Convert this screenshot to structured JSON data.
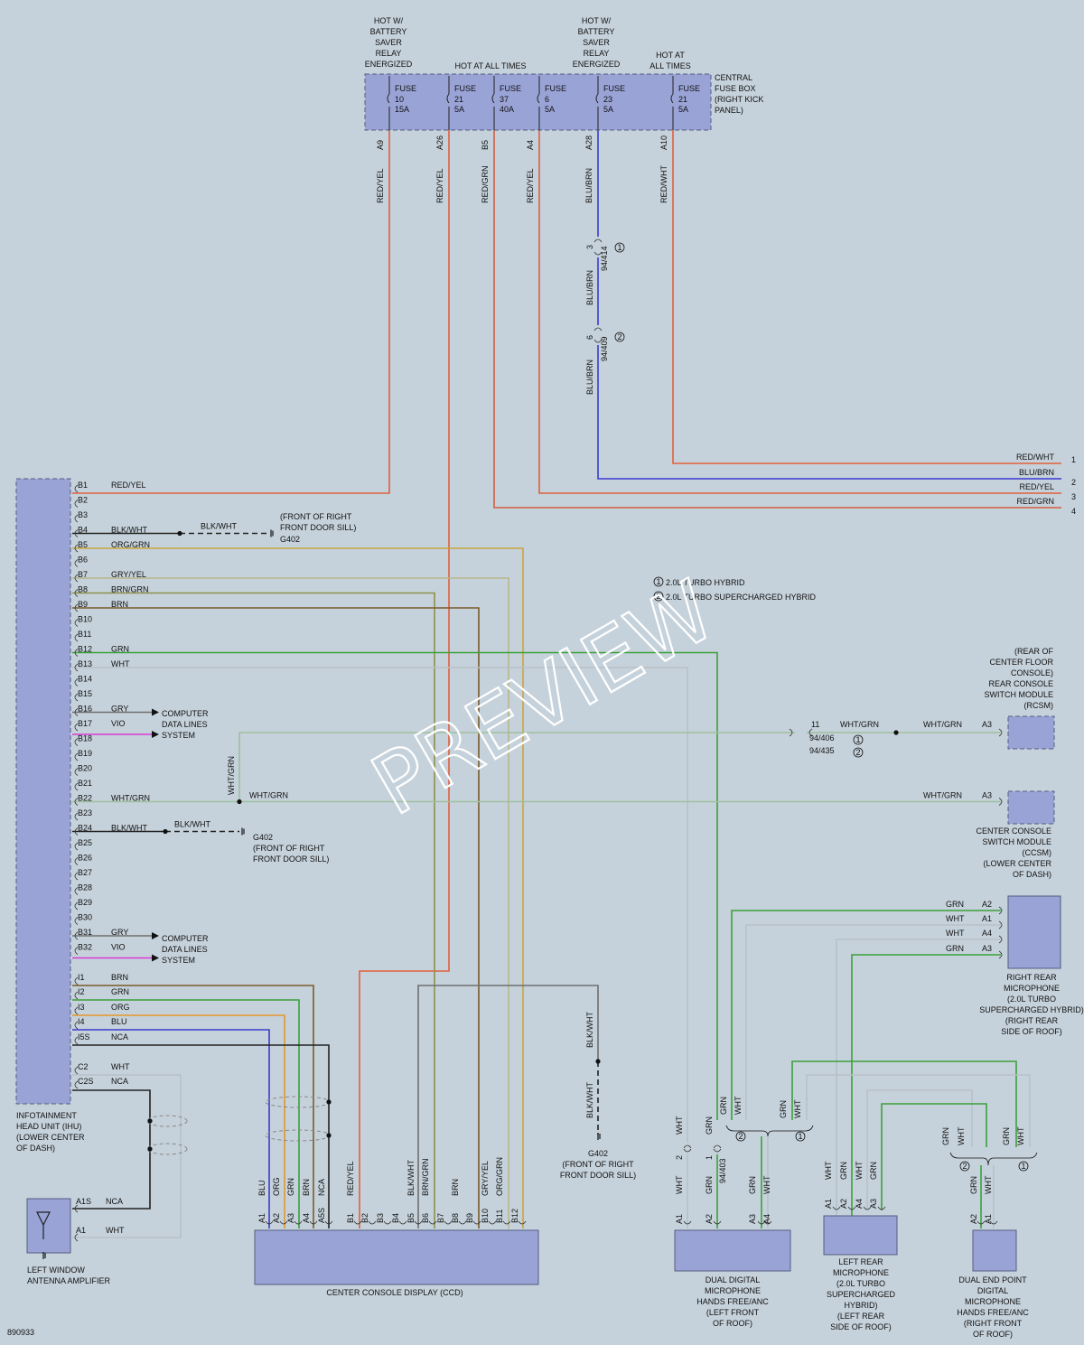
{
  "diagram_id": "890933",
  "watermark": "PREVIEW",
  "legend": {
    "one": "2.0L TURBO HYBRID",
    "two": "2.0L TURBO SUPERCHARGED HYBRID"
  },
  "colors": {
    "RED": "#e0603d",
    "BLU": "#3a3ad0",
    "GRN": "#3aa03a",
    "WHT": "#b8c0c8",
    "BRN": "#7a5a2a",
    "ORG": "#e3962d",
    "BLK": "#222222",
    "GRY": "#6f6f6f",
    "VIO": "#d63ad6",
    "WHTGRN": "#9fbf9f",
    "BRNGRN": "#8f8f4a",
    "GRYYEL": "#b7b78a",
    "ORGGRN": "#c9a53d",
    "REDGRN": "#d06040"
  },
  "fuse_box": {
    "title": "CENTRAL FUSE BOX (RIGHT KICK PANEL)",
    "headers": {
      "saver1": "HOT W/ BATTERY SAVER RELAY ENERGIZED",
      "all1": "HOT AT ALL TIMES",
      "saver2": "HOT W/ BATTERY SAVER RELAY ENERGIZED",
      "all2": "HOT AT ALL TIMES"
    },
    "fuses": [
      {
        "name": "FUSE",
        "num": "10",
        "amp": "15A",
        "pin": "A9",
        "wire": "RED/YEL"
      },
      {
        "name": "FUSE",
        "num": "21",
        "amp": "5A",
        "pin": "A26",
        "wire": "RED/YEL"
      },
      {
        "name": "FUSE",
        "num": "37",
        "amp": "40A",
        "pin": "B5",
        "wire": "RED/GRN"
      },
      {
        "name": "FUSE",
        "num": "6",
        "amp": "5A",
        "pin": "A4",
        "wire": "RED/YEL"
      },
      {
        "name": "FUSE",
        "num": "23",
        "amp": "5A",
        "pin": "A28",
        "wire": "BLU/BRN"
      },
      {
        "name": "FUSE",
        "num": "21",
        "amp": "5A",
        "pin": "A10",
        "wire": "RED/WHT"
      }
    ]
  },
  "inline_conn": {
    "c1": {
      "pin": "3",
      "conn": "94/414",
      "note": "1",
      "wire_below": "BLU/BRN"
    },
    "c2": {
      "pin": "6",
      "conn": "94/409",
      "note": "2",
      "wire_below": "BLU/BRN"
    }
  },
  "right_outputs": [
    {
      "wire": "RED/WHT",
      "num": "1"
    },
    {
      "wire": "BLU/BRN",
      "num": "2"
    },
    {
      "wire": "RED/YEL",
      "num": "3"
    },
    {
      "wire": "RED/GRN",
      "num": "4"
    }
  ],
  "ihu": {
    "label": "INFOTAINMENT HEAD UNIT (IHU) (LOWER CENTER OF DASH)",
    "pins": [
      {
        "p": "B1",
        "w": "RED/YEL"
      },
      {
        "p": "B2",
        "w": ""
      },
      {
        "p": "B3",
        "w": ""
      },
      {
        "p": "B4",
        "w": "BLK/WHT"
      },
      {
        "p": "B5",
        "w": "ORG/GRN"
      },
      {
        "p": "B6",
        "w": ""
      },
      {
        "p": "B7",
        "w": "GRY/YEL"
      },
      {
        "p": "B8",
        "w": "BRN/GRN"
      },
      {
        "p": "B9",
        "w": "BRN"
      },
      {
        "p": "B10",
        "w": ""
      },
      {
        "p": "B11",
        "w": ""
      },
      {
        "p": "B12",
        "w": "GRN"
      },
      {
        "p": "B13",
        "w": "WHT"
      },
      {
        "p": "B14",
        "w": ""
      },
      {
        "p": "B15",
        "w": ""
      },
      {
        "p": "B16",
        "w": "GRY"
      },
      {
        "p": "B17",
        "w": "VIO"
      },
      {
        "p": "B18",
        "w": ""
      },
      {
        "p": "B19",
        "w": ""
      },
      {
        "p": "B20",
        "w": ""
      },
      {
        "p": "B21",
        "w": ""
      },
      {
        "p": "B22",
        "w": "WHT/GRN"
      },
      {
        "p": "B23",
        "w": ""
      },
      {
        "p": "B24",
        "w": "BLK/WHT"
      },
      {
        "p": "B25",
        "w": ""
      },
      {
        "p": "B26",
        "w": ""
      },
      {
        "p": "B27",
        "w": ""
      },
      {
        "p": "B28",
        "w": ""
      },
      {
        "p": "B29",
        "w": ""
      },
      {
        "p": "B30",
        "w": ""
      },
      {
        "p": "B31",
        "w": "GRY"
      },
      {
        "p": "B32",
        "w": "VIO"
      }
    ],
    "ipins": [
      {
        "p": "I1",
        "w": "BRN"
      },
      {
        "p": "I2",
        "w": "GRN"
      },
      {
        "p": "I3",
        "w": "ORG"
      },
      {
        "p": "I4",
        "w": "BLU"
      },
      {
        "p": "I5S",
        "w": "NCA"
      }
    ],
    "cpins": [
      {
        "p": "C2",
        "w": "WHT"
      },
      {
        "p": "C2S",
        "w": "NCA"
      }
    ]
  },
  "ground_b4": {
    "wire": "BLK/WHT",
    "name": "G402",
    "loc": "(FRONT OF RIGHT FRONT DOOR SILL)"
  },
  "ground_b24": {
    "wire": "BLK/WHT",
    "name": "G402",
    "loc": "(FRONT OF RIGHT FRONT DOOR SILL)"
  },
  "ground_ccd": {
    "wire1": "BLK/WHT",
    "wire2": "BLK/WHT",
    "name": "G402",
    "loc": "(FRONT OF RIGHT FRONT DOOR SILL)"
  },
  "cdl": {
    "text": "COMPUTER DATA LINES SYSTEM"
  },
  "splice_wire": "WHT/GRN",
  "rcsm": {
    "label": "(REAR OF CENTER FLOOR CONSOLE) REAR CONSOLE SWITCH MODULE (RCSM)",
    "pin": "A3",
    "wire": "WHT/GRN",
    "conn_pin": "11",
    "conn1": "94/406",
    "conn2": "94/435",
    "wire_left": "WHT/GRN"
  },
  "ccsm": {
    "label": "CENTER CONSOLE SWITCH MODULE (CCSM) (LOWER CENTER OF DASH)",
    "pin": "A3",
    "wire": "WHT/GRN"
  },
  "rr_mic": {
    "label": "RIGHT REAR MICROPHONE (2.0L TURBO SUPERCHARGED HYBRID) (RIGHT REAR SIDE OF ROOF)",
    "pins": [
      {
        "p": "A2",
        "w": "GRN"
      },
      {
        "p": "A1",
        "w": "WHT"
      },
      {
        "p": "A4",
        "w": "WHT"
      },
      {
        "p": "A3",
        "w": "GRN"
      }
    ]
  },
  "ccd": {
    "label": "CENTER CONSOLE DISPLAY (CCD)",
    "pins": [
      {
        "p": "A1",
        "w": "BLU"
      },
      {
        "p": "A2",
        "w": "ORG"
      },
      {
        "p": "A3",
        "w": "GRN"
      },
      {
        "p": "A4",
        "w": "BRN"
      },
      {
        "p": "A5S",
        "w": "NCA"
      },
      {
        "p": "B1",
        "w": "RED/YEL"
      },
      {
        "p": "B2",
        "w": ""
      },
      {
        "p": "B3",
        "w": ""
      },
      {
        "p": "B4",
        "w": ""
      },
      {
        "p": "B5",
        "w": "BLK/WHT"
      },
      {
        "p": "B6",
        "w": "BRN/GRN"
      },
      {
        "p": "B7",
        "w": ""
      },
      {
        "p": "B8",
        "w": "BRN"
      },
      {
        "p": "B9",
        "w": ""
      },
      {
        "p": "B10",
        "w": "GRY/YEL"
      },
      {
        "p": "B11",
        "w": "ORG/GRN"
      },
      {
        "p": "B12",
        "w": ""
      }
    ]
  },
  "ddm": {
    "label": "DUAL DIGITAL MICROPHONE HANDS FREE/ANC (LEFT FRONT OF ROOF)",
    "pins": [
      {
        "p": "A1",
        "w": "WHT"
      },
      {
        "p": "A2",
        "w": "GRN"
      },
      {
        "p": "A3",
        "w": "GRN"
      },
      {
        "p": "A4",
        "w": "WHT"
      }
    ],
    "conn": {
      "p1": "2",
      "p2": "1",
      "name": "94/403",
      "top1": "WHT",
      "top2": "GRN"
    },
    "split1": {
      "w1": "GRN",
      "w2": "WHT",
      "n": "2"
    },
    "split2": {
      "w1": "GRN",
      "w2": "WHT",
      "n": "1"
    }
  },
  "lr_mic": {
    "label": "LEFT REAR MICROPHONE (2.0L TURBO SUPERCHARGED HYBRID) (LEFT REAR SIDE OF ROOF)",
    "pins": [
      {
        "p": "A1",
        "w": "WHT"
      },
      {
        "p": "A2",
        "w": "GRN"
      },
      {
        "p": "A4",
        "w": "WHT"
      },
      {
        "p": "A3",
        "w": "GRN"
      }
    ]
  },
  "dep": {
    "label": "DUAL END POINT DIGITAL MICROPHONE HANDS FREE/ANC (RIGHT FRONT OF ROOF)",
    "pins": [
      {
        "p": "A2",
        "w": "GRN"
      },
      {
        "p": "A1",
        "w": "WHT"
      }
    ],
    "split1": {
      "w1": "GRN",
      "w2": "WHT",
      "n": "2"
    },
    "split2": {
      "w1": "GRN",
      "w2": "WHT",
      "n": "1"
    }
  },
  "antenna": {
    "label": "LEFT WINDOW ANTENNA AMPLIFIER",
    "pins": [
      {
        "p": "A1S",
        "w": "NCA"
      },
      {
        "p": "A1",
        "w": "WHT"
      }
    ]
  }
}
